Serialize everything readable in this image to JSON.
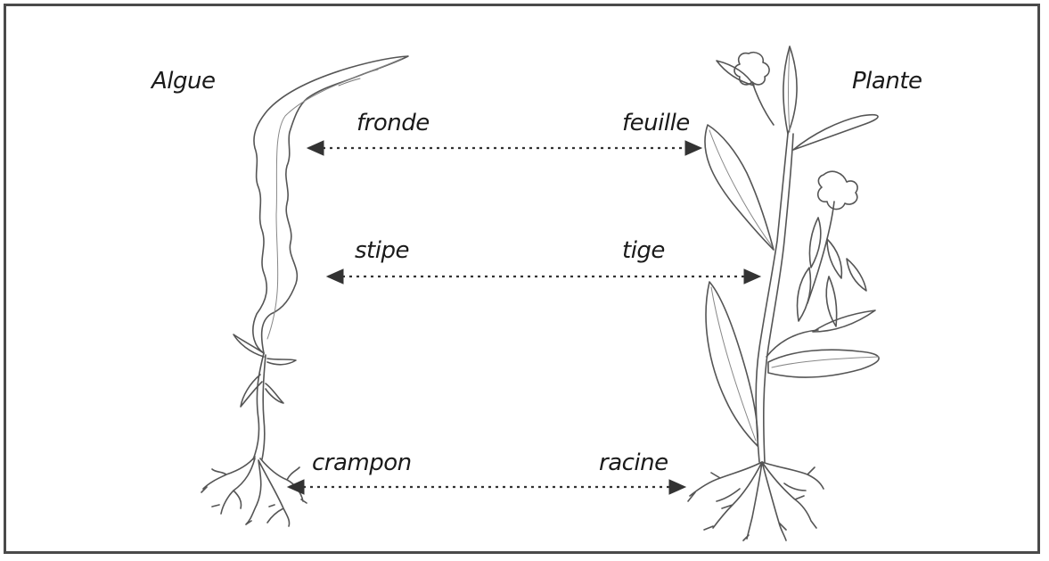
{
  "titles": {
    "algae": "Algue",
    "plant": "Plante"
  },
  "pairs": [
    {
      "algae_part": "fronde",
      "plant_part": "feuille"
    },
    {
      "algae_part": "stipe",
      "plant_part": "tige"
    },
    {
      "algae_part": "crampon",
      "plant_part": "racine"
    }
  ],
  "colors": {
    "ink": "#1a1a1a",
    "frame": "#4a4a4a",
    "arrow": "#333333"
  }
}
